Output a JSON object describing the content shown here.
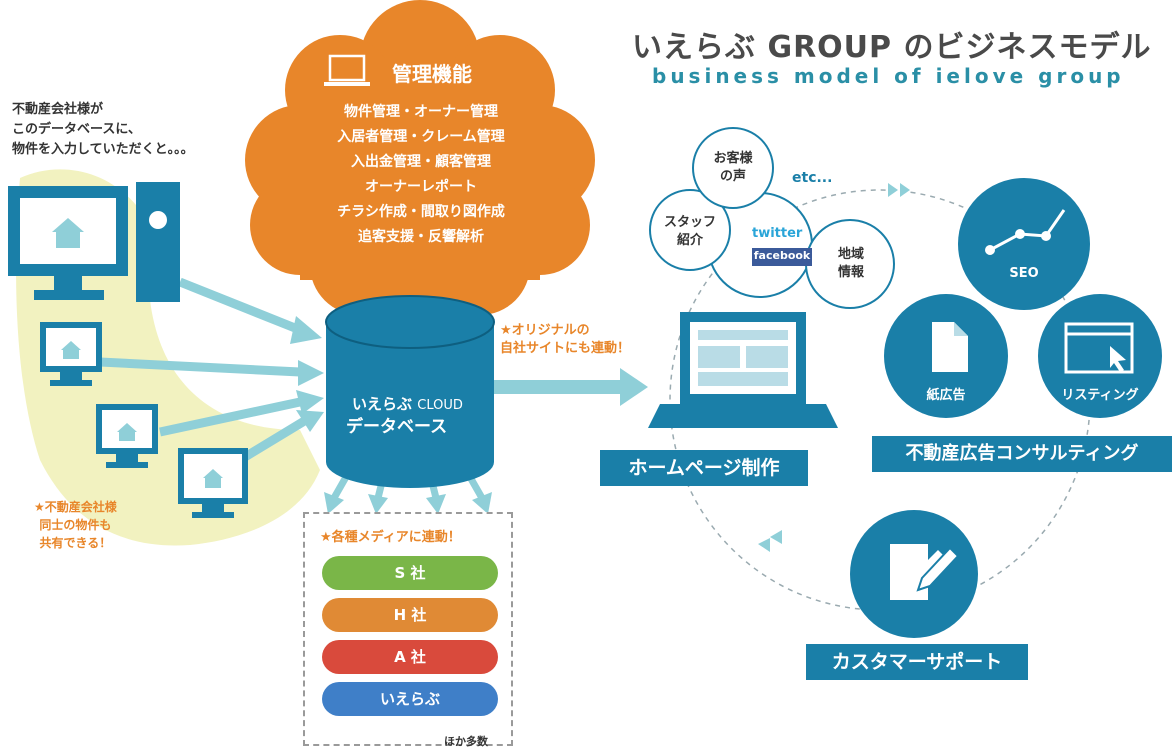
{
  "title": {
    "jp": "いえらぶ GROUP のビジネスモデル",
    "en": "business model of ielove group"
  },
  "intro_text": "不動産会社様が\nこのデータベースに、\n物件を入力していただくと。。。",
  "share_note": "★不動産会社様\n同士の物件も\n共有できる！",
  "management": {
    "title": "管理機能",
    "items": [
      "物件管理・オーナー管理",
      "入居者管理・クレーム管理",
      "入出金管理・顧客管理",
      "オーナーレポート",
      "チラシ作成・間取り図作成",
      "追客支援・反響解析"
    ]
  },
  "database": {
    "brand": "いえらぶ",
    "cloud": "CLOUD",
    "label": "データベース"
  },
  "original_site_note": "★オリジナルの\n自社サイトにも連動！",
  "media": {
    "header": "★各種メディアに連動！",
    "items": [
      {
        "label": "S 社",
        "color": "#7ab648"
      },
      {
        "label": "H 社",
        "color": "#e08a35"
      },
      {
        "label": "A 社",
        "color": "#d94a3c"
      },
      {
        "label": "いえらぶ",
        "color": "#3f7fc8"
      }
    ],
    "more": "ほか多数"
  },
  "homepage": {
    "label": "ホームページ制作"
  },
  "social": {
    "voice": "お客様\nの声",
    "etc": "etc...",
    "staff": "スタッフ\n紹介",
    "twitter": "twitter",
    "facebook": "facebook",
    "area": "地域\n情報"
  },
  "consulting": {
    "label": "不動産広告コンサルティング",
    "seo": "SEO",
    "paper": "紙広告",
    "listing": "リスティング"
  },
  "support": {
    "label": "カスタマーサポート"
  },
  "colors": {
    "blue": "#1a7fa8",
    "orange": "#e8862a",
    "light_blue_arrow": "#8fcfd8",
    "yellow_bg": "#f2f2c0"
  }
}
